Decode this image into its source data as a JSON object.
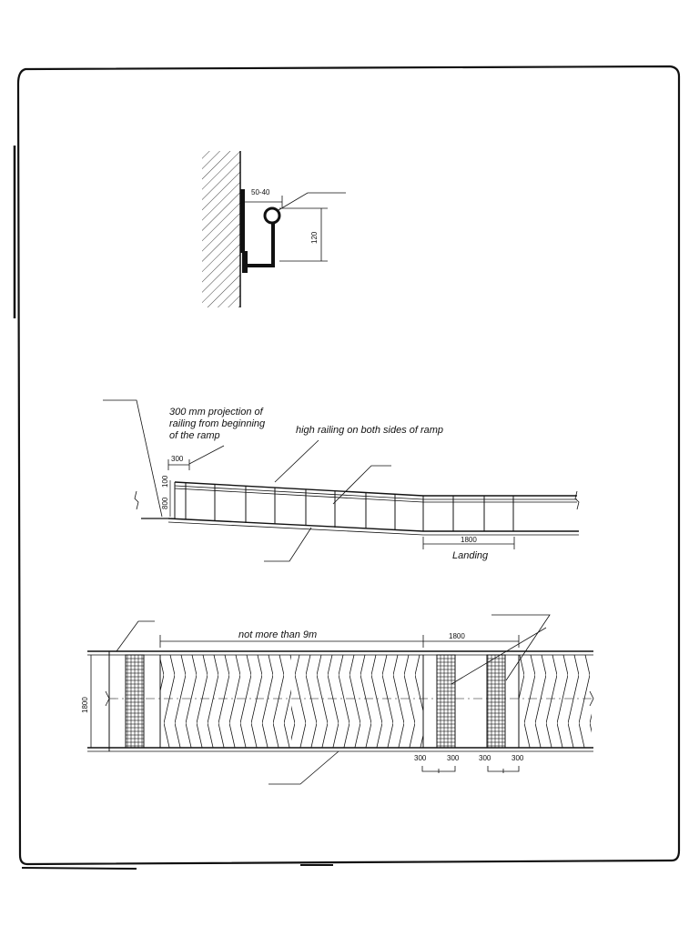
{
  "handrail_detail": {
    "dim_gap": "50-40",
    "dim_height": "120"
  },
  "elevation": {
    "note_projection_line1": "300 mm projection of",
    "note_projection_line2": "railing from beginning",
    "note_projection_line3": "of the ramp",
    "dim_projection": "300",
    "note_high_railing": "high railing on both sides of ramp",
    "dim_upper_rail": "100",
    "dim_lower_rail": "800",
    "dim_landing": "1800",
    "label_landing": "Landing"
  },
  "plan": {
    "note_max_length": "not more than 9m",
    "dim_landing_length": "1800",
    "dim_width": "1800",
    "dim_strip_1a": "300",
    "dim_strip_1b": "300",
    "dim_strip_2a": "300",
    "dim_strip_2b": "300"
  },
  "colors": {
    "ink": "#111111",
    "paper": "#ffffff"
  }
}
